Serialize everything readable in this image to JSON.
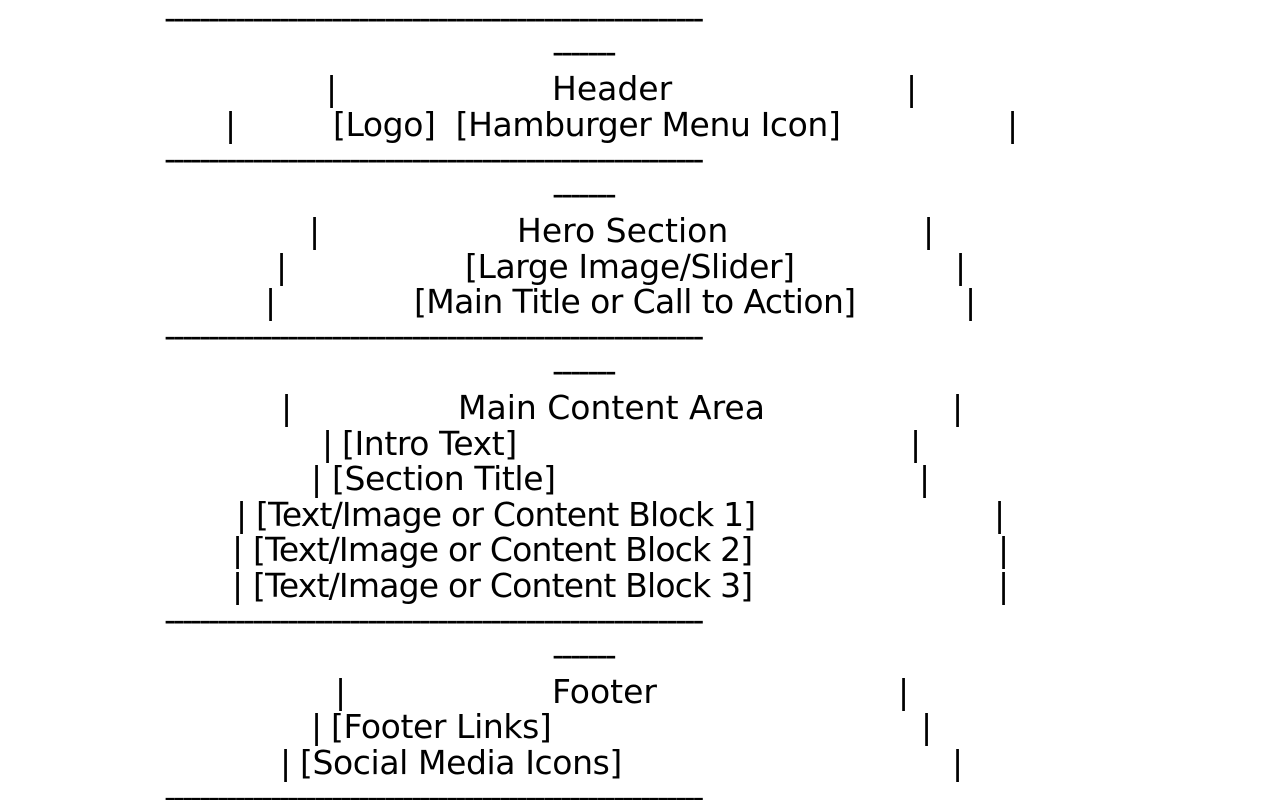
{
  "diagram": {
    "separator": "-------------------------------------------------------------",
    "separator_tail": "-------",
    "bar": "|",
    "header": {
      "title": "Header",
      "items": "[Logo]  [Hamburger Menu Icon]"
    },
    "hero": {
      "title": "Hero Section",
      "image": "[Large Image/Slider]",
      "cta": "[Main Title or Call to Action]"
    },
    "main": {
      "title": "Main Content Area",
      "intro": "[Intro Text]",
      "section_title": "[Section Title]",
      "block_1": "[Text/Image or Content Block 1]",
      "block_2": "[Text/Image or Content Block 2]",
      "block_3": "[Text/Image or Content Block 3]"
    },
    "footer": {
      "title": "Footer",
      "links": "[Footer Links]",
      "social": "[Social Media Icons]"
    }
  }
}
